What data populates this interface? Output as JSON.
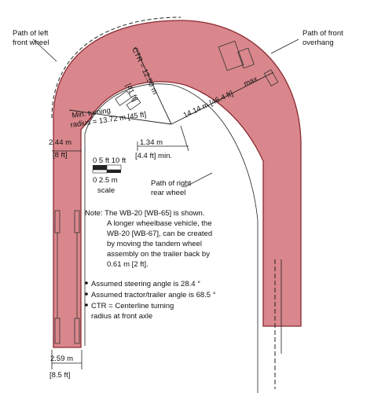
{
  "labels": {
    "path_left_front_line1": "Path of left",
    "path_left_front_line2": "front wheel",
    "path_front_overhang_line1": "Path of front",
    "path_front_overhang_line2": "overhang",
    "ctr": "CTR = 12.50 m",
    "ctr_ft": "[41 ft]",
    "max_radius": "14.14 m [46.4 ft]",
    "max": "max.",
    "min_turning_line1": "Min. turning",
    "min_turning_line2": "radius = 13.72 m [45 ft]",
    "offset_m": "1.34 m",
    "offset_ft": "[4.4 ft] min.",
    "width_top_m": "2.44 m",
    "width_top_ft": "[8 ft]",
    "path_right_rear_line1": "Path of right",
    "path_right_rear_line2": "rear wheel",
    "width_bottom_m": "2.59 m",
    "width_bottom_ft": "[8.5 ft]"
  },
  "scale": {
    "ft_ticks": "0  5 ft 10 ft",
    "m_ticks": "0    2.5 m",
    "caption": "scale"
  },
  "note": {
    "line1": "Note: The WB-20 [WB-65] is shown.",
    "line2": "A longer wheelbase vehicle, the",
    "line3": "WB-20 [WB-67], can be created",
    "line4": "by moving the tandem wheel",
    "line5": "assembly on the trailer back by",
    "line6": "0.61 m [2 ft]."
  },
  "bullets": {
    "b1": "Assumed steering angle is 28.4 °",
    "b2": "Assumed tractor/trailer angle is 68.5 °",
    "b3_line1": "CTR = Centerline turning",
    "b3_line2": "radius at front axle"
  },
  "colors": {
    "swept_fill": "#d9878c",
    "swept_stroke": "#8b2a30",
    "line": "#222222"
  }
}
